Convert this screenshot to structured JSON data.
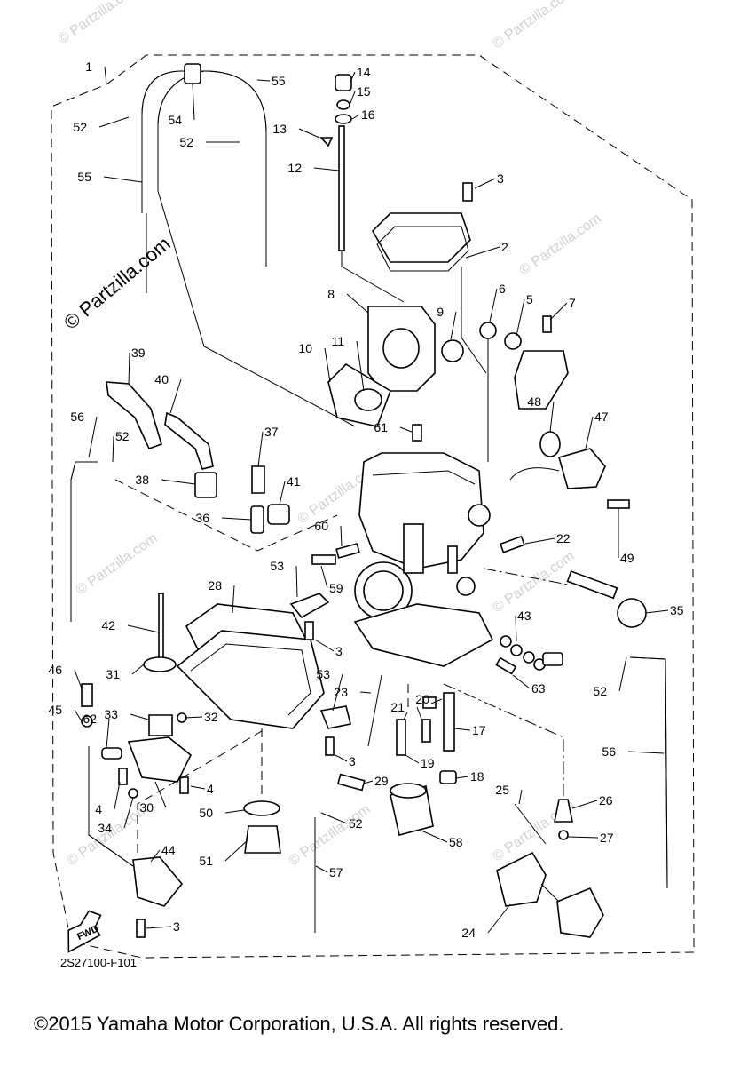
{
  "watermarks": {
    "main": "© Partzilla.com",
    "repeat": "© Partzilla.com"
  },
  "diagram_code": "2S27100-F101",
  "fwd_label": "FWD",
  "copyright": "©2015 Yamaha Motor Corporation, U.S.A. All rights reserved.",
  "callouts": [
    {
      "id": "c1",
      "text": "1"
    },
    {
      "id": "c2",
      "text": "2"
    },
    {
      "id": "c3a",
      "text": "3"
    },
    {
      "id": "c3b",
      "text": "3"
    },
    {
      "id": "c3c",
      "text": "3"
    },
    {
      "id": "c3d",
      "text": "3"
    },
    {
      "id": "c4a",
      "text": "4"
    },
    {
      "id": "c4b",
      "text": "4"
    },
    {
      "id": "c5",
      "text": "5"
    },
    {
      "id": "c6",
      "text": "6"
    },
    {
      "id": "c7",
      "text": "7"
    },
    {
      "id": "c8",
      "text": "8"
    },
    {
      "id": "c9",
      "text": "9"
    },
    {
      "id": "c10",
      "text": "10"
    },
    {
      "id": "c11",
      "text": "11"
    },
    {
      "id": "c12",
      "text": "12"
    },
    {
      "id": "c13",
      "text": "13"
    },
    {
      "id": "c14",
      "text": "14"
    },
    {
      "id": "c15",
      "text": "15"
    },
    {
      "id": "c16",
      "text": "16"
    },
    {
      "id": "c17",
      "text": "17"
    },
    {
      "id": "c18",
      "text": "18"
    },
    {
      "id": "c19",
      "text": "19"
    },
    {
      "id": "c20",
      "text": "20"
    },
    {
      "id": "c21",
      "text": "21"
    },
    {
      "id": "c22",
      "text": "22"
    },
    {
      "id": "c23",
      "text": "23"
    },
    {
      "id": "c24",
      "text": "24"
    },
    {
      "id": "c25",
      "text": "25"
    },
    {
      "id": "c26",
      "text": "26"
    },
    {
      "id": "c27",
      "text": "27"
    },
    {
      "id": "c28",
      "text": "28"
    },
    {
      "id": "c29",
      "text": "29"
    },
    {
      "id": "c30",
      "text": "30"
    },
    {
      "id": "c31",
      "text": "31"
    },
    {
      "id": "c32",
      "text": "32"
    },
    {
      "id": "c33",
      "text": "33"
    },
    {
      "id": "c34",
      "text": "34"
    },
    {
      "id": "c35",
      "text": "35"
    },
    {
      "id": "c36",
      "text": "36"
    },
    {
      "id": "c37",
      "text": "37"
    },
    {
      "id": "c38",
      "text": "38"
    },
    {
      "id": "c39",
      "text": "39"
    },
    {
      "id": "c40",
      "text": "40"
    },
    {
      "id": "c41",
      "text": "41"
    },
    {
      "id": "c42",
      "text": "42"
    },
    {
      "id": "c43",
      "text": "43"
    },
    {
      "id": "c44",
      "text": "44"
    },
    {
      "id": "c45",
      "text": "45"
    },
    {
      "id": "c46",
      "text": "46"
    },
    {
      "id": "c47",
      "text": "47"
    },
    {
      "id": "c48",
      "text": "48"
    },
    {
      "id": "c49",
      "text": "49"
    },
    {
      "id": "c50",
      "text": "50"
    },
    {
      "id": "c51",
      "text": "51"
    },
    {
      "id": "c52a",
      "text": "52"
    },
    {
      "id": "c52b",
      "text": "52"
    },
    {
      "id": "c52c",
      "text": "52"
    },
    {
      "id": "c52d",
      "text": "52"
    },
    {
      "id": "c52e",
      "text": "52"
    },
    {
      "id": "c53a",
      "text": "53"
    },
    {
      "id": "c53b",
      "text": "53"
    },
    {
      "id": "c54",
      "text": "54"
    },
    {
      "id": "c55a",
      "text": "55"
    },
    {
      "id": "c55b",
      "text": "55"
    },
    {
      "id": "c56a",
      "text": "56"
    },
    {
      "id": "c56b",
      "text": "56"
    },
    {
      "id": "c57",
      "text": "57"
    },
    {
      "id": "c58",
      "text": "58"
    },
    {
      "id": "c59",
      "text": "59"
    },
    {
      "id": "c60",
      "text": "60"
    },
    {
      "id": "c61",
      "text": "61"
    },
    {
      "id": "c62",
      "text": "62"
    },
    {
      "id": "c63",
      "text": "63"
    }
  ]
}
